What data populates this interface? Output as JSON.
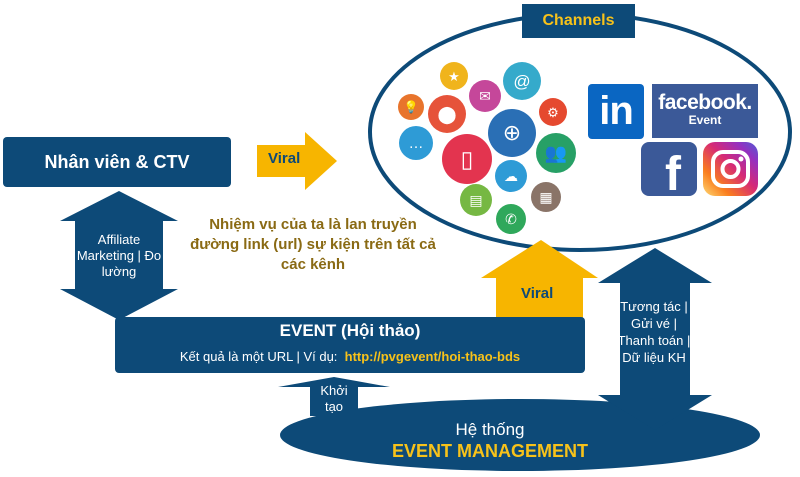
{
  "channels": {
    "label": "Channels",
    "icons": [
      {
        "name": "lightbulb-icon",
        "glyph": "💡",
        "color": "#e8742c"
      },
      {
        "name": "star-icon",
        "glyph": "★",
        "color": "#f0b41c"
      },
      {
        "name": "location-pin-icon",
        "glyph": "⬤",
        "color": "#e6533a"
      },
      {
        "name": "mail-icon",
        "glyph": "✉",
        "color": "#c5479a"
      },
      {
        "name": "at-sign-icon",
        "glyph": "@",
        "color": "#35aacb"
      },
      {
        "name": "gear-icon",
        "glyph": "⚙",
        "color": "#e5492f"
      },
      {
        "name": "chat-icon",
        "glyph": "…",
        "color": "#2e9bd6"
      },
      {
        "name": "smartphone-icon",
        "glyph": "▯",
        "color": "#e3344f"
      },
      {
        "name": "globe-icon",
        "glyph": "⊕",
        "color": "#2a6fb5"
      },
      {
        "name": "users-icon",
        "glyph": "👥",
        "color": "#27a066"
      },
      {
        "name": "cloud-upload-icon",
        "glyph": "☁",
        "color": "#2e9bd6"
      },
      {
        "name": "sms-icon",
        "glyph": "▤",
        "color": "#76b843"
      },
      {
        "name": "building-icon",
        "glyph": "▦",
        "color": "#8a7468"
      },
      {
        "name": "phone-icon",
        "glyph": "✆",
        "color": "#2fa85b"
      }
    ],
    "logos": {
      "linkedin": "in",
      "facebook_event_brand": "facebook.",
      "facebook_event_sub": "Event",
      "facebook": "f"
    }
  },
  "nodes": {
    "staff": "Nhân viên & CTV",
    "event_title": "EVENT (Hội thảo)",
    "event_sub_prefix": "Kết quả là một URL | Ví dụ:",
    "event_url": "http://pvgevent/hoi-thao-bds",
    "system_line1": "Hệ thống",
    "system_line2": "EVENT MANAGEMENT"
  },
  "arrows": {
    "viral_right": "Viral",
    "viral_up": "Viral",
    "affiliate": "Affiliate Marketing | Đo lường",
    "khoi_tao": "Khởi tạo",
    "interaction": "Tương tác | Gửi vé | Thanh toán | Dữ liệu KH"
  },
  "mission": "Nhiệm vụ của ta là lan truyền đường link (url) sự kiện trên tất cả các kênh",
  "colors": {
    "navy": "#0d4a78",
    "gold": "#f7c21a",
    "orange": "#f7b500",
    "mission_text": "#8a6a14"
  }
}
